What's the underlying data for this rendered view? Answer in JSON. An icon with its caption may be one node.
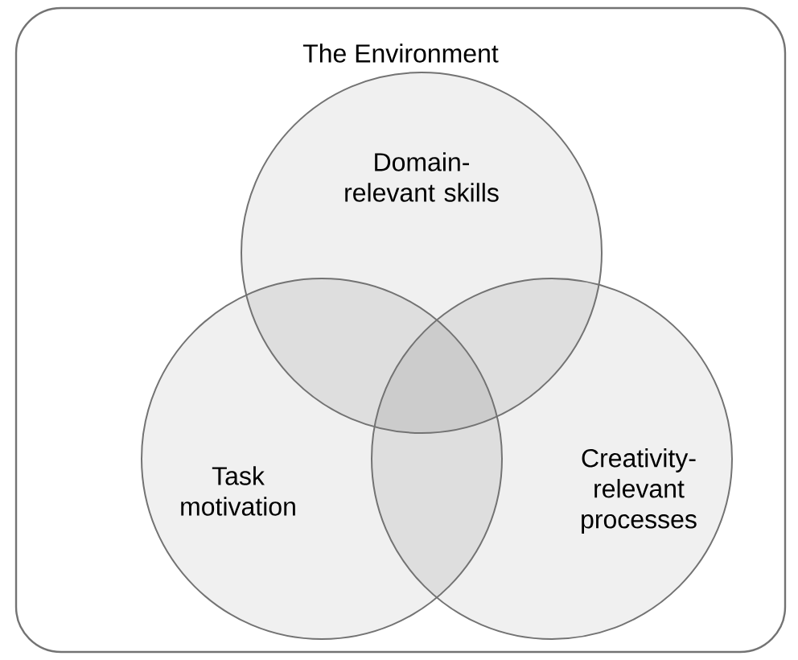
{
  "diagram": {
    "nodes": [
      {
        "text": [
          "The Environment"
        ]
      },
      {
        "text": [
          "Domain- relevant skills"
        ],
        "in": 0
      },
      {
        "text": [
          "Task motivation"
        ],
        "in": 0
      },
      {
        "text": [
          "Creativity- relevant processes"
        ],
        "in": 0
      }
    ]
  }
}
